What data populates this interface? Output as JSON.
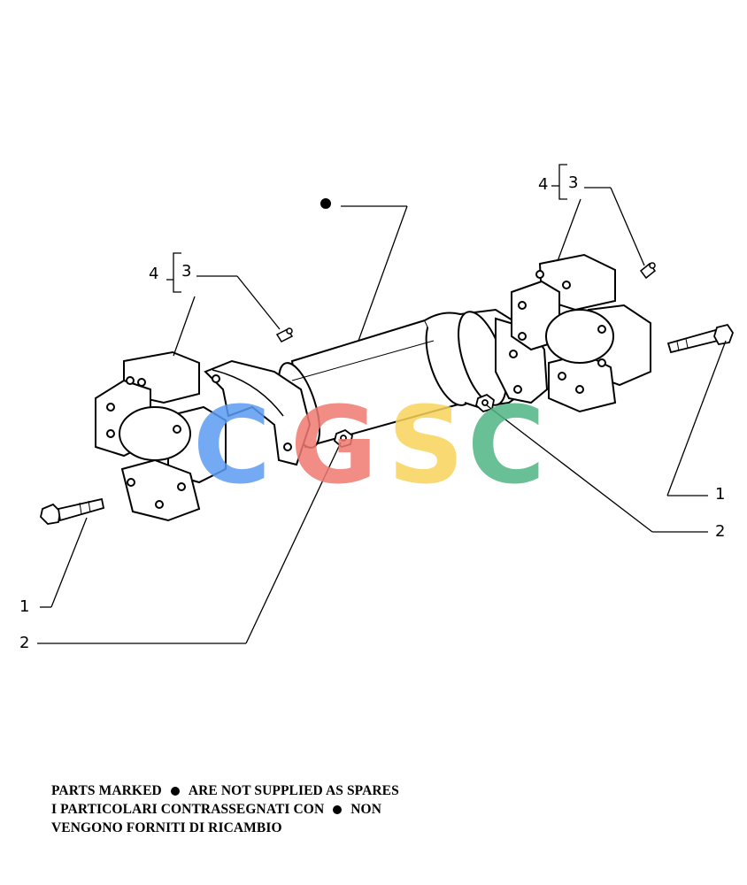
{
  "callouts": {
    "left_4": "4",
    "left_3": "3",
    "left_1": "1",
    "left_2": "2",
    "right_4": "4",
    "right_3": "3",
    "right_1": "1",
    "right_2": "2"
  },
  "note": {
    "line1_a": "PARTS MARKED",
    "line1_b": "ARE NOT SUPPLIED AS SPARES",
    "line2_a": "I PARTICOLARI CONTRASSEGNATI CON",
    "line2_b": "NON",
    "line3": "VENGONO FORNITI DI RICAMBIO"
  },
  "watermark": {
    "letters": [
      "C",
      "G",
      "S",
      "C"
    ],
    "colors": [
      "#5b9cf2",
      "#f07a72",
      "#f7d35a",
      "#4fb584"
    ]
  },
  "colors": {
    "ink": "#000000",
    "background": "#ffffff"
  }
}
